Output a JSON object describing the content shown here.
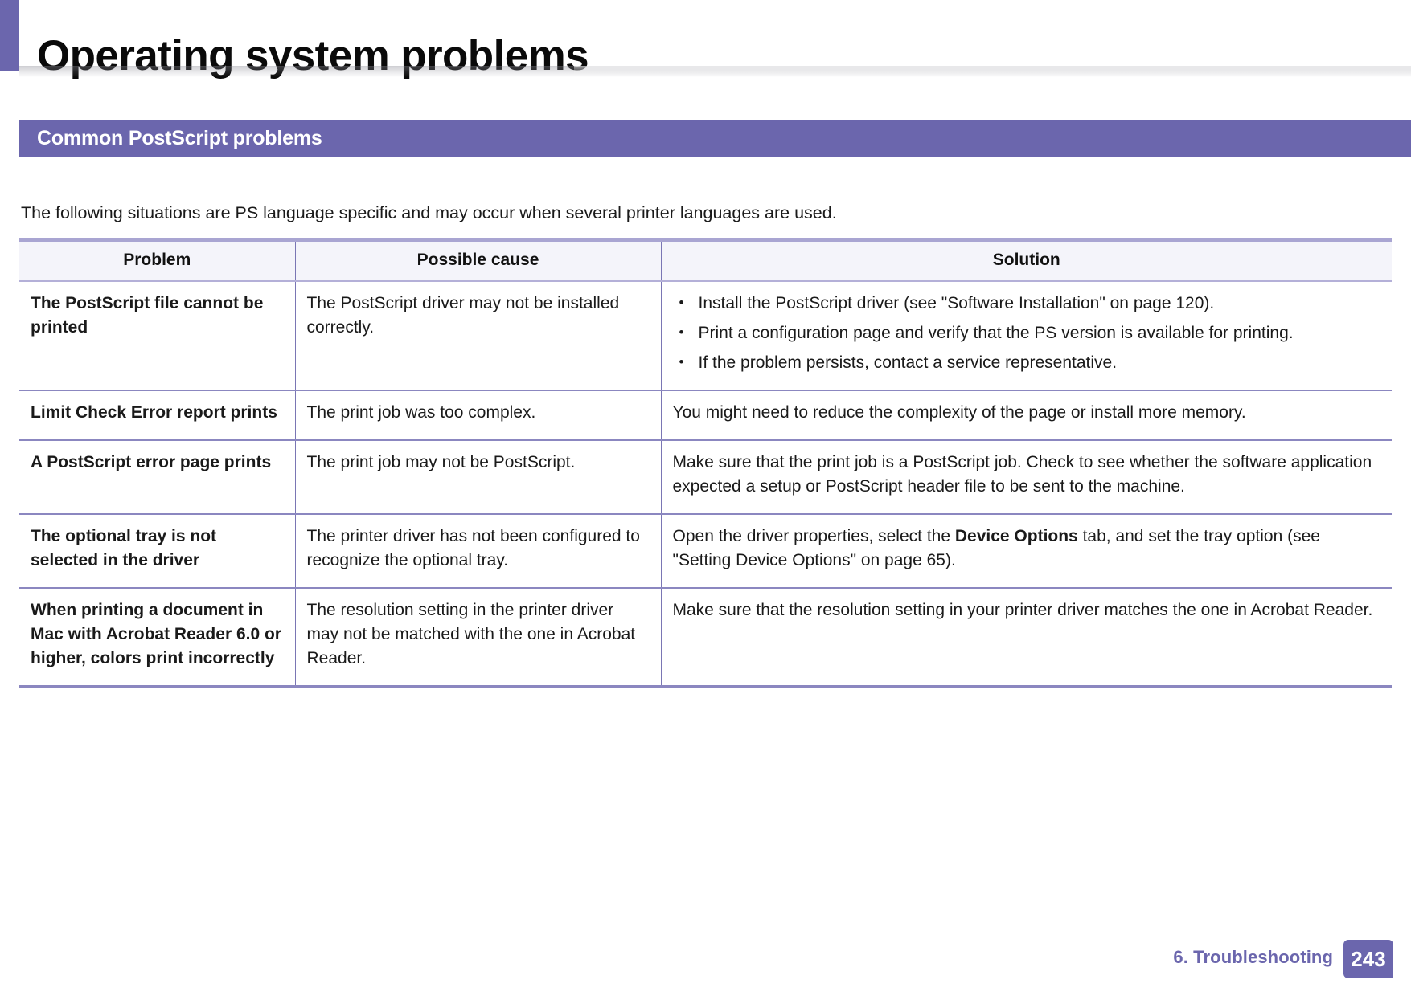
{
  "page": {
    "title": "Operating system problems",
    "section_header": "Common PostScript problems",
    "intro": "The following situations are PS language specific and may occur when several printer languages are used.",
    "accent_color": "#6b66ad",
    "table_header_bg": "#f4f4fa",
    "rule_color": "#8b87c0"
  },
  "table": {
    "headers": [
      "Problem",
      "Possible cause",
      "Solution"
    ],
    "rows": [
      {
        "problem": "The PostScript file cannot be printed",
        "cause": "The PostScript driver may not be installed correctly.",
        "solution_bullets": [
          "Install the PostScript driver (see \"Software Installation\" on page 120).",
          "Print a configuration page and verify that the PS version is available for printing.",
          "If the problem persists, contact a service representative."
        ]
      },
      {
        "problem": "Limit Check Error report prints",
        "cause": "The print job was too complex.",
        "solution": "You might need to reduce the complexity of the page or install more memory."
      },
      {
        "problem": "A PostScript error page prints",
        "cause": "The print job may not be PostScript.",
        "solution": "Make sure that the print job is a PostScript job. Check to see whether the software application expected a setup or PostScript header file to be sent to the machine."
      },
      {
        "problem": "The optional tray is not selected in the driver",
        "cause": "The printer driver has not been configured to recognize the optional tray.",
        "solution_parts": {
          "before": "Open the driver properties, select the ",
          "bold": "Device Options",
          "after": " tab, and set the tray option (see \"Setting Device Options\" on page 65)."
        }
      },
      {
        "problem": "When printing a document in Mac with Acrobat Reader 6.0 or higher, colors print incorrectly",
        "cause": "The resolution setting in the printer driver may not be matched with the one in Acrobat Reader.",
        "solution": "Make sure that the resolution setting in your printer driver matches the one in Acrobat Reader."
      }
    ]
  },
  "footer": {
    "chapter": "6.  Troubleshooting",
    "page_number": "243"
  }
}
